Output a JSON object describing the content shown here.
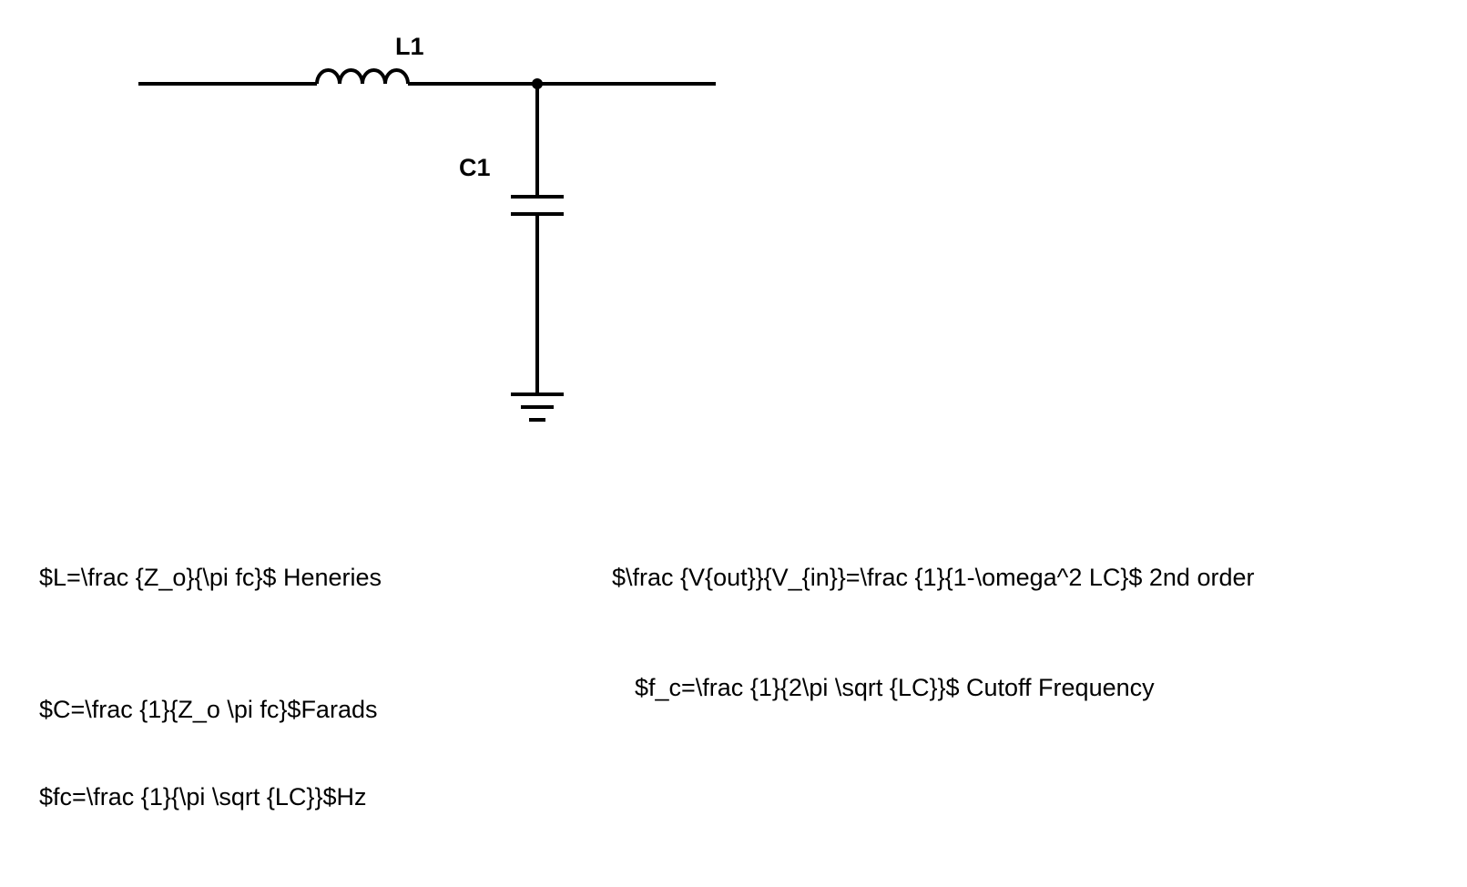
{
  "schematic": {
    "components": [
      {
        "id": "inductor",
        "label": "L1"
      },
      {
        "id": "capacitor",
        "label": "C1"
      },
      {
        "id": "ground",
        "label": ""
      }
    ]
  },
  "equations": {
    "inductance": "$L=\\frac {Z_o}{\\pi fc}$ Heneries",
    "capacitance": "$C=\\frac {1}{Z_o \\pi fc}$Farads",
    "frequency": "$fc=\\frac {1}{\\pi \\sqrt {LC}}$Hz",
    "transfer_function": "$\\frac {V{out}}{V_{in}}=\\frac {1}{1-\\omega^2 LC}$ 2nd order",
    "cutoff": "$f_c=\\frac {1}{2\\pi \\sqrt {LC}}$ Cutoff Frequency"
  }
}
